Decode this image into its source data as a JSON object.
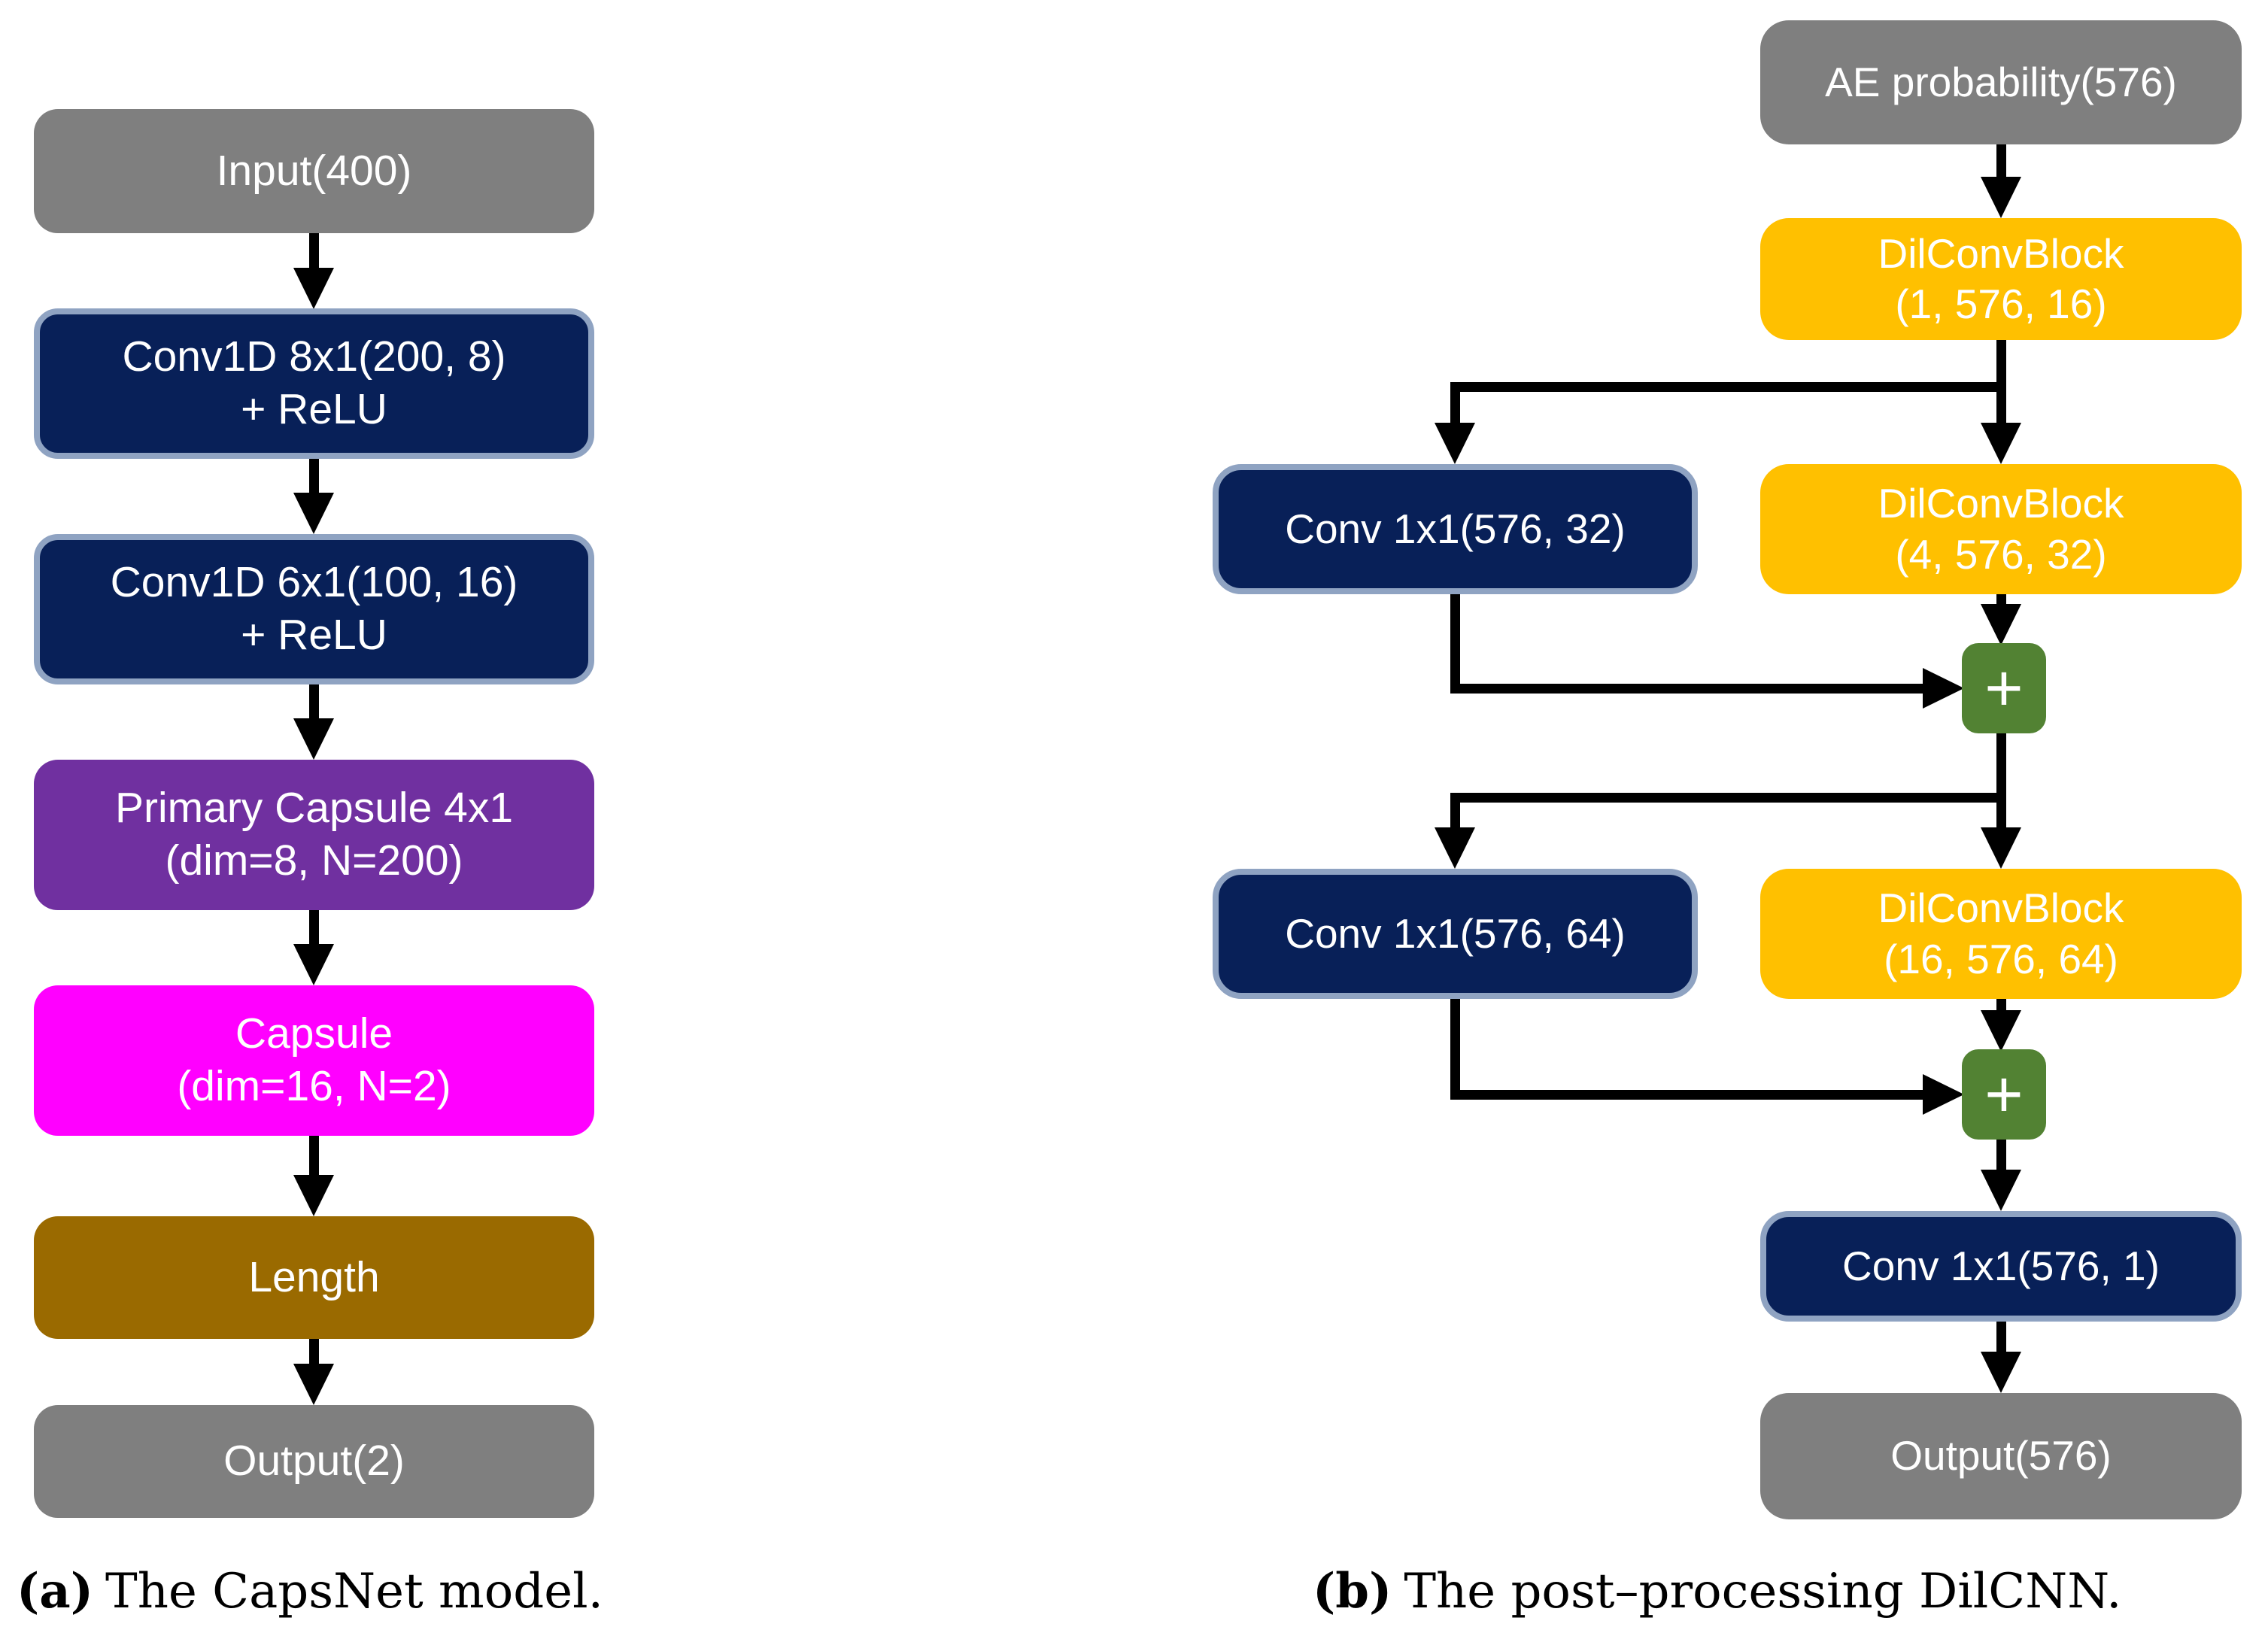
{
  "panel_a": {
    "caption": {
      "label": "(a)",
      "text": "The CapsNet model."
    },
    "blocks": [
      {
        "name": "input",
        "lines": [
          "Input(400)"
        ]
      },
      {
        "name": "conv1d-8x1",
        "lines": [
          "Conv1D 8x1(200, 8)",
          "+ ReLU"
        ]
      },
      {
        "name": "conv1d-6x1",
        "lines": [
          "Conv1D 6x1(100, 16)",
          "+ ReLU"
        ]
      },
      {
        "name": "primary-capsule",
        "lines": [
          "Primary Capsule 4x1",
          "(dim=8, N=200)"
        ]
      },
      {
        "name": "capsule",
        "lines": [
          "Capsule",
          "(dim=16, N=2)"
        ]
      },
      {
        "name": "length",
        "lines": [
          "Length"
        ]
      },
      {
        "name": "output",
        "lines": [
          "Output(2)"
        ]
      }
    ]
  },
  "panel_b": {
    "caption": {
      "label": "(b)",
      "text": "The post–processing DilCNN."
    },
    "blocks": {
      "ae_input": {
        "lines": [
          "AE probability(576)"
        ]
      },
      "dilconv1": {
        "lines": [
          "DilConvBlock",
          "(1, 576, 16)"
        ]
      },
      "conv32": {
        "lines": [
          "Conv 1x1(576, 32)"
        ]
      },
      "dilconv2": {
        "lines": [
          "DilConvBlock",
          "(4, 576, 32)"
        ]
      },
      "add1": {
        "label": "+"
      },
      "conv64": {
        "lines": [
          "Conv 1x1(576, 64)"
        ]
      },
      "dilconv3": {
        "lines": [
          "DilConvBlock",
          "(16, 576, 64)"
        ]
      },
      "add2": {
        "label": "+"
      },
      "conv1": {
        "lines": [
          "Conv 1x1(576, 1)"
        ]
      },
      "output": {
        "lines": [
          "Output(576)"
        ]
      }
    }
  },
  "colors": {
    "gray": "#7F7F7F",
    "navy": "#082058",
    "navy_border": "#8FA3C2",
    "yellow": "#FFC000",
    "green": "#528233",
    "purple": "#7030A0",
    "magenta": "#FF00FF",
    "gold": "#9A6A00",
    "arrow": "#000000",
    "box_text": "#FFFFFF",
    "caption_text": "#000000"
  }
}
